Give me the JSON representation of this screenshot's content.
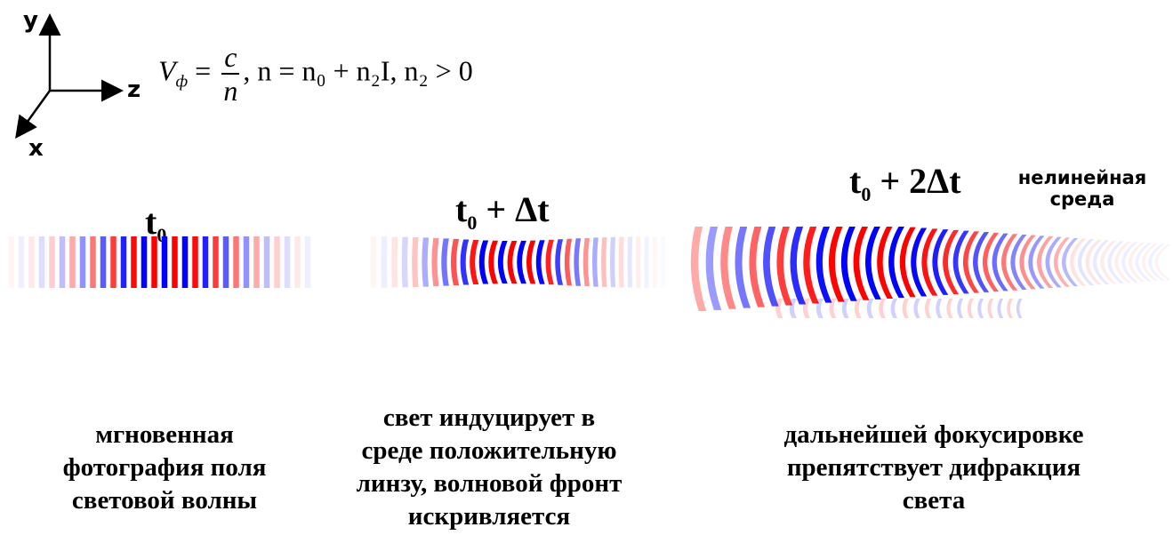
{
  "axes": {
    "y": "y",
    "z": "z",
    "x": "x"
  },
  "formula": {
    "lhs": "V",
    "lhs_sub": "ф",
    "numerator": "c",
    "denominator": "n",
    "rest": ",  n = n₀ + n₂I,  n₂ > 0"
  },
  "snapshots": [
    {
      "time_base": "t",
      "time_sub": "0",
      "time_suffix": ""
    },
    {
      "time_base": "t",
      "time_sub": "0",
      "time_suffix": " + Δt"
    },
    {
      "time_base": "t",
      "time_sub": "0",
      "time_suffix": " + 2Δt"
    }
  ],
  "medium_label": {
    "line1": "нелинейная",
    "line2": "среда"
  },
  "captions": [
    {
      "lines": [
        "мгновенная",
        "фотография поля",
        "световой волны"
      ]
    },
    {
      "lines": [
        "свет индуцирует в",
        "среде положительную",
        "линзу, волновой фронт",
        "искривляется"
      ]
    },
    {
      "lines": [
        "дальнейшей фокусировке",
        "препятствует дифракция",
        "света"
      ]
    }
  ],
  "colors": {
    "positive": "#ff0000",
    "negative": "#0000ff",
    "text": "#000000"
  }
}
